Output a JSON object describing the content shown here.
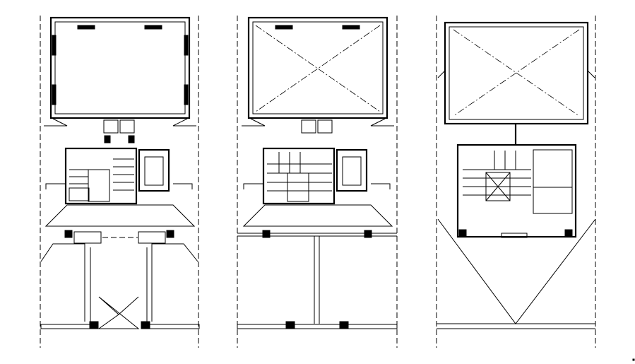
{
  "drawing": {
    "line_color": "#000000",
    "background": "#ffffff",
    "plans": [
      "plan-ground-floor",
      "plan-typical-floor",
      "plan-roof-floor"
    ]
  }
}
